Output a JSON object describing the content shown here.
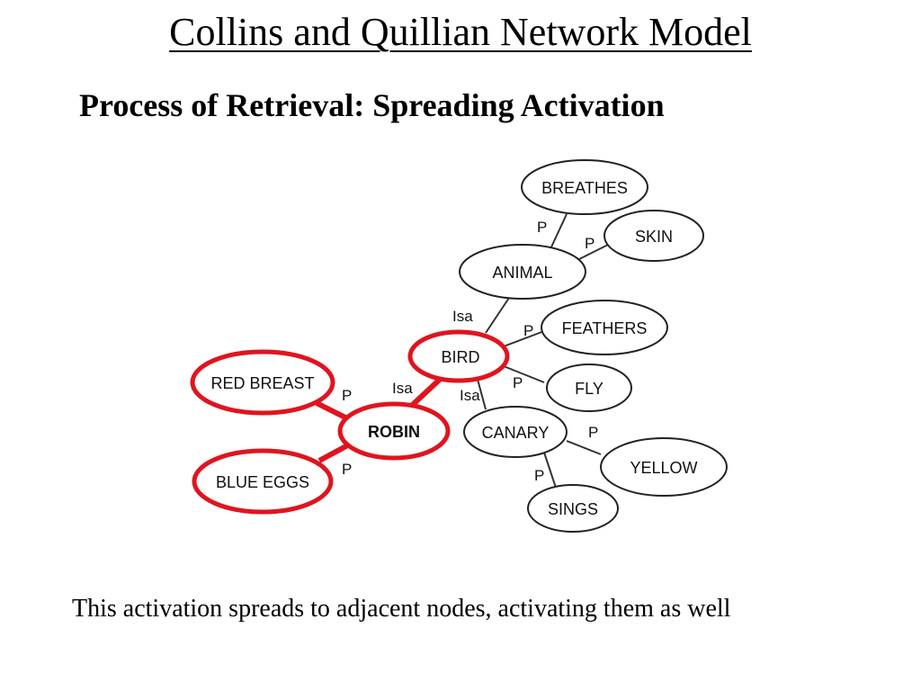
{
  "title": "Collins and Quillian Network Model",
  "subtitle": "Process of Retrieval: Spreading Activation",
  "caption": "This activation spreads to adjacent nodes, activating them as well",
  "colors": {
    "activation": "#e0141e",
    "line": "#333333",
    "node_border": "#222222"
  },
  "nodes": {
    "breathes": "BREATHES",
    "skin": "SKIN",
    "animal": "ANIMAL",
    "feathers": "FEATHERS",
    "bird": "BIRD",
    "fly": "FLY",
    "red_breast": "RED BREAST",
    "robin": "ROBIN",
    "canary": "CANARY",
    "yellow": "YELLOW",
    "blue_eggs": "BLUE EGGS",
    "sings": "SINGS"
  },
  "relations": {
    "animal_breathes": "P",
    "animal_skin": "P",
    "bird_animal": "Isa",
    "bird_feathers": "P",
    "bird_fly": "P",
    "robin_bird": "Isa",
    "canary_bird": "Isa",
    "robin_red_breast": "P",
    "robin_blue_eggs": "P",
    "canary_yellow": "P",
    "canary_sings": "P"
  },
  "activated": [
    "robin",
    "bird",
    "red_breast",
    "blue_eggs"
  ]
}
